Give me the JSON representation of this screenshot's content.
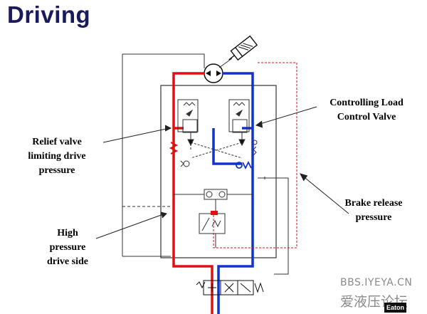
{
  "title": "Driving",
  "labels": {
    "relief_valve": [
      "Relief valve",
      "limiting drive",
      "pressure"
    ],
    "high_pressure": [
      "High",
      "pressure",
      "drive side"
    ],
    "controlling_load": [
      "Controlling Load",
      "Control Valve"
    ],
    "brake_release": [
      "Brake release",
      "pressure"
    ]
  },
  "watermark": {
    "site": "BBS.IYEYA.CN",
    "name": "爱液压论坛"
  },
  "brand": "Eaton",
  "colors": {
    "high_pressure_line": "#dd1111",
    "return_line": "#1133cc",
    "pilot_line": "#dd1111",
    "title": "#1a1a5c"
  }
}
